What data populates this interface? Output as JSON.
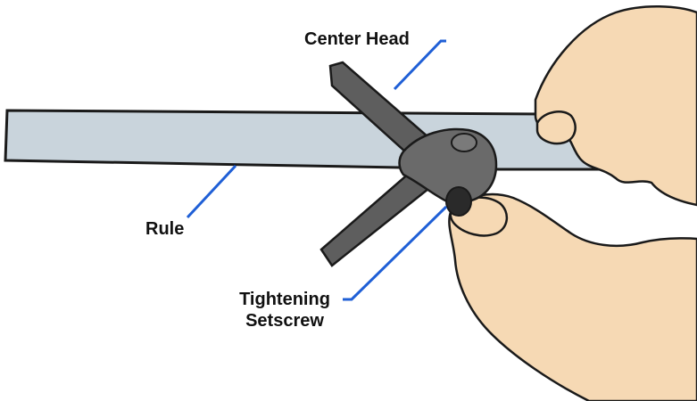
{
  "labels": {
    "center_head": "Center Head",
    "rule": "Rule",
    "tightening_line1": "Tightening",
    "tightening_line2": "Setscrew"
  },
  "colors": {
    "rule_fill": "#c9d4dc",
    "head_fill": "#5e5e5e",
    "skin": "#f6d9b4",
    "leader": "#1f5fd6",
    "outline": "#1a1a1a"
  }
}
